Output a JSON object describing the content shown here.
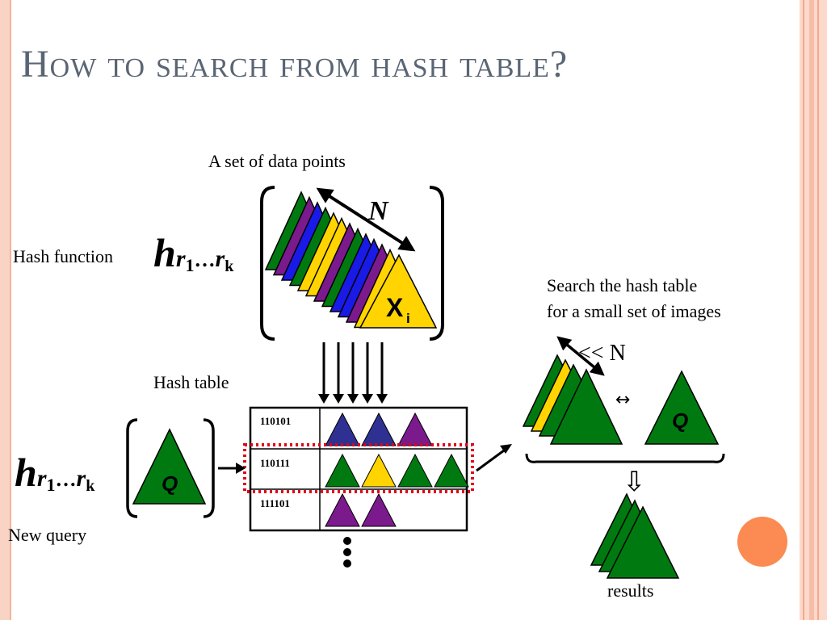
{
  "title": "How to search from hash table?",
  "labels": {
    "data_points": "A set of data points",
    "hash_function": "Hash function",
    "hash_table": "Hash table",
    "new_query": "New query",
    "search_line1": "Search the hash table",
    "search_line2": "for a small set of images",
    "results": "results"
  },
  "math": {
    "h": "h",
    "r": "r",
    "sub1": "1",
    "dots": "…",
    "subk": "k",
    "N": "N",
    "less_than_N": "<< N",
    "x": "X",
    "x_sub": "i",
    "q": "Q",
    "double_arrow": "↔",
    "down_arrow": "⇩"
  },
  "hash_table": {
    "rows": [
      {
        "code": "110101",
        "items": [
          "#2e3192",
          "#2e3192",
          "#7b1a8c"
        ]
      },
      {
        "code": "110111",
        "items": [
          "#007a10",
          "#ffd400",
          "#007a10",
          "#007a10"
        ]
      },
      {
        "code": "111101",
        "items": [
          "#7b1a8c",
          "#7b1a8c"
        ]
      }
    ]
  },
  "colors": {
    "green": "#007a10",
    "purple": "#7b1a8c",
    "blue": "#1a1ae6",
    "yellow": "#ffd400",
    "highlight": "#e2001a",
    "title": "#5a6574",
    "accent_dot": "#fb8b52"
  }
}
